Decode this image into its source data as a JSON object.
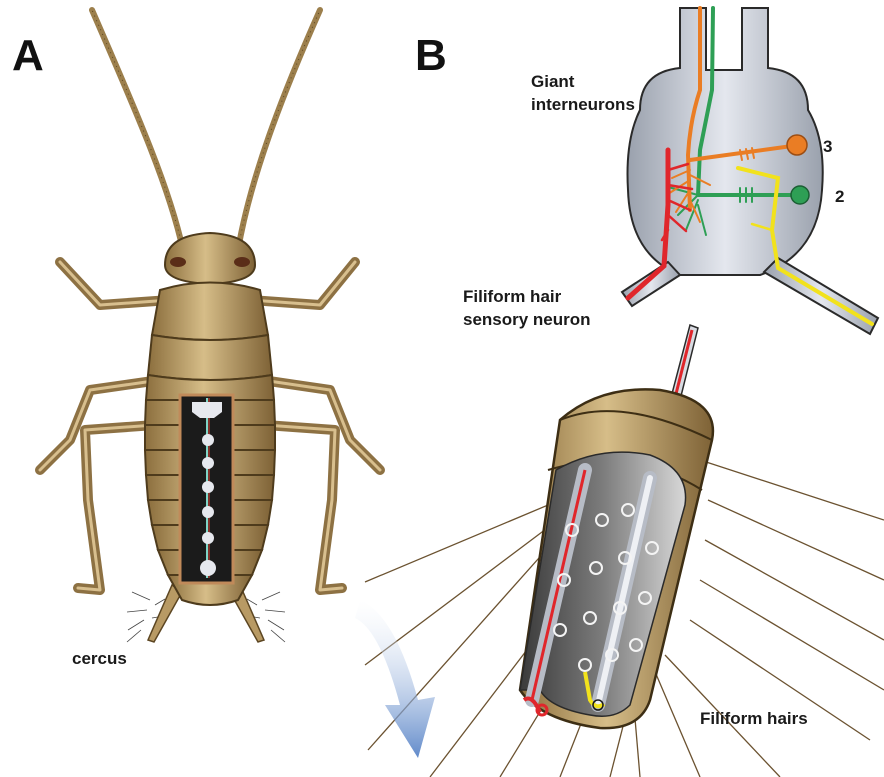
{
  "panels": {
    "a": {
      "letter": "A",
      "cercus_label": "cercus"
    },
    "b": {
      "letter": "B",
      "giant_label_line1": "Giant",
      "giant_label_line2": "interneurons",
      "neuron_number_3": "3",
      "neuron_number_2": "2",
      "sensory_label_line1": "Filiform hair",
      "sensory_label_line2": "sensory neuron",
      "hairs_label": "Filiform hairs"
    }
  },
  "colors": {
    "body_tan": "#b89a64",
    "body_dark": "#6f5530",
    "ganglion_gray": "#c9ced8",
    "neuron_red": "#e0262b",
    "neuron_orange": "#ea7d24",
    "neuron_green": "#2e9f55",
    "neuron_yellow": "#f2e21c",
    "airflow_blue": "#5b86c8"
  }
}
